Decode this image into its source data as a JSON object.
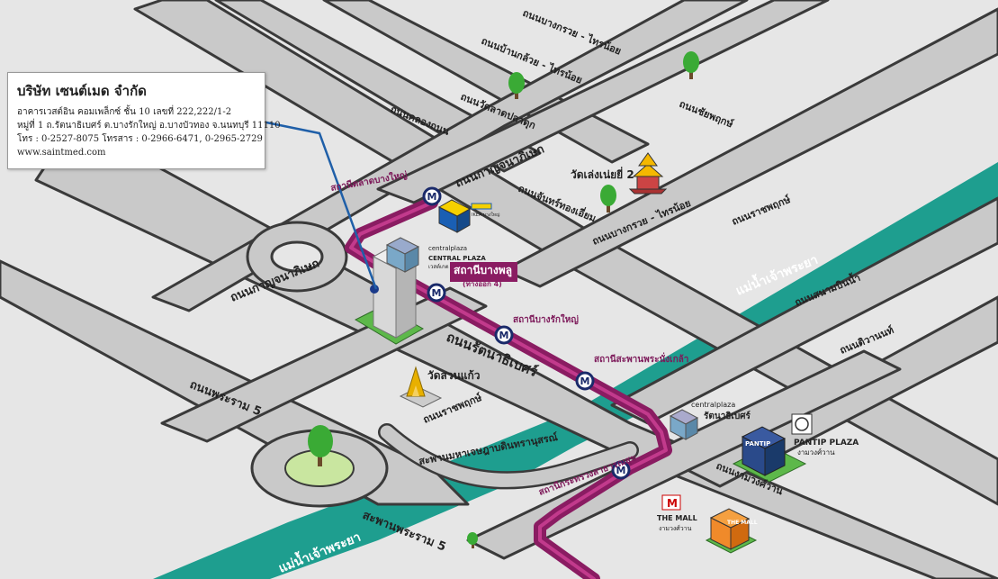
{
  "company": {
    "name": "บริษัท เซนต์เมด จำกัด",
    "address_line1": "อาคารเวสต์อิน คอมเพล็กซ์ ชั้น 10 เลขที่ 222,222/1-2",
    "address_line2": "หมู่ที่ 1 ถ.รัตนาธิเบศร์ ต.บางรักใหญ่ อ.บางบัวทอง จ.นนทบุรี 11110",
    "phone": "โทร : 0-2527-8075 โทรสาร : 0-2966-6471, 0-2965-2729",
    "website": "www.saintmed.com"
  },
  "roads": {
    "r1": "ถนนบางกรวย - ไทรน้อย",
    "r2": "ถนนบ้านกล้วย - ไทรน้อย",
    "r3": "ถนนวัดลาดปลาดุก",
    "r4": "ถนนคลองถนน",
    "r5": "ถนนชัยพฤกษ์",
    "r6": "ถนนกาญจนาภิเษก",
    "r7": "ถนนจันทร์ทองเอี่ยม",
    "r8": "ถนนบางกรวย - ไทรน้อย",
    "r9": "ถนนราชพฤกษ์",
    "r10": "ถนนกาญจนาภิเษก",
    "r11": "ถนนรัตนาธิเบศร์",
    "r12": "ถนนสนามบินน้ำ",
    "r13": "ถนนติวานนท์",
    "r14": "ถนนพระราม 5",
    "r15": "ถนนราชพฤกษ์",
    "r16": "สะพานมหาเจษฎาบดินทรานุสรณ์",
    "r17": "ถนนงามวงศ์วาน",
    "r18": "สะพานพระราม 5",
    "river1": "แม่น้ำเจ้าพระยา",
    "river2": "แม่น้ำเจ้าพระยา"
  },
  "stations": {
    "s1": "สถานีตลาดบางใหญ่",
    "main": "สถานีบางพลู",
    "main_sub": "(ทางออก 4)",
    "s3": "สถานีบางรักใหญ่",
    "s4": "สถานีสะพานพระนั่งเกล้า",
    "s5": "สถานีกระทรวงสาธารณสุข",
    "m": "M"
  },
  "places": {
    "temple1": "วัดเล่งเน่ยยี่ 2",
    "temple2": "วัดสวนแก้ว",
    "ikea": "IKEA บางใหญ่",
    "central_westgate_logo": "centralplaza",
    "central_westgate": "CENTRAL PLAZA",
    "central_westgate_sub": "เวสต์เกต",
    "central_rattana_logo": "centralplaza",
    "central_rattana": "รัตนาธิเบศร์",
    "pantip": "PANTIP PLAZA",
    "pantip_sub": "งามวงศ์วาน",
    "pantip_sign": "PANTIP",
    "mall": "THE MALL",
    "mall_sub": "งามวงศ์วาน",
    "mall_sign": "THE MALL"
  },
  "colors": {
    "road": "#c9c9c9",
    "river": "#1e9e8f",
    "metro": "#8a1c62",
    "tree": "#3aaa35"
  }
}
